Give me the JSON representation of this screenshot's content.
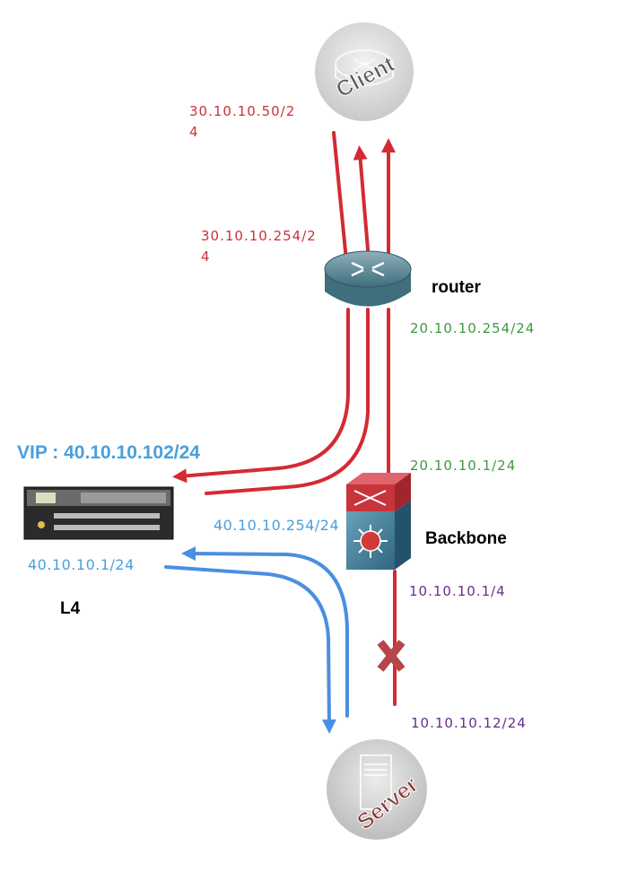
{
  "nodes": {
    "client": "Client",
    "router": "router",
    "backbone": "Backbone",
    "l4": "L4",
    "server": "Server"
  },
  "addresses": {
    "client_ip": "30.10.10.50/2\n4",
    "router_client_side": "30.10.10.254/2\n4",
    "router_backbone_side": "20.10.10.254/24",
    "backbone_router_side": "20.10.10.1/24",
    "backbone_server_side": "10.10.10.1/4",
    "server_ip": "10.10.10.12/24",
    "vip": "VIP : 40.10.10.102/24",
    "backbone_l4_side": "40.10.10.254/24",
    "l4_ip": "40.10.10.1/24"
  },
  "colors": {
    "request_path": "#d42a34",
    "return_path": "#4a8fe0",
    "broken_marker": "#b5464b"
  }
}
